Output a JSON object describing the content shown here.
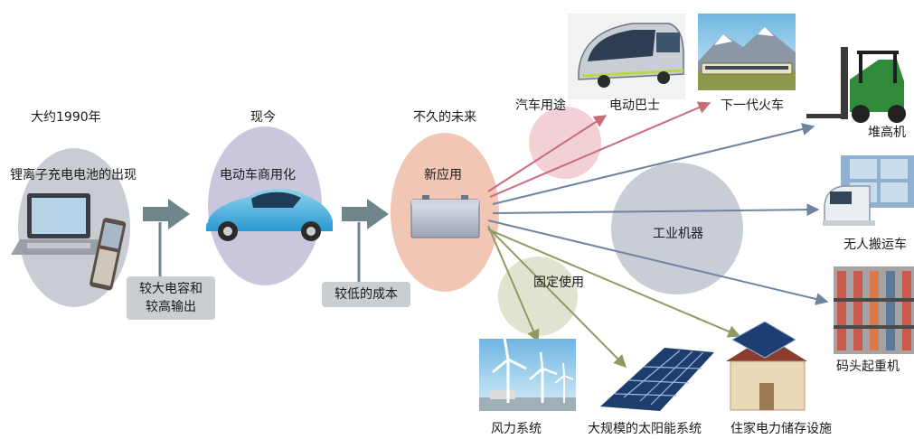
{
  "eras": {
    "past": "大约1990年",
    "present": "现今",
    "future": "不久的未来"
  },
  "stages": {
    "battery_appearance": "锂离子充电电池的出现",
    "ev_commercial": "电动车商用化",
    "new_application": "新应用"
  },
  "callouts": {
    "capacity_line1": "较大电容和",
    "capacity_line2": "较高输出",
    "low_cost": "较低的成本"
  },
  "categories": {
    "automotive": "汽车用途",
    "industrial": "工业机器",
    "stationary": "固定使用"
  },
  "applications": {
    "electric_bus": "电动巴士",
    "next_train": "下一代火车",
    "forklift": "堆高机",
    "agv": "无人搬运车",
    "harbor_crane": "码头起重机",
    "wind_power": "风力系统",
    "solar": "大规模的太阳能系统",
    "home_storage": "住家电力储存设施"
  },
  "colors": {
    "past_bubble": "#c9ccd3",
    "present_bubble": "#c9c7dc",
    "future_bubble": "#f2c6b4",
    "automotive_bubble": "#f1d1d5",
    "industrial_bubble": "#c9cdd5",
    "stationary_bubble": "#dfe3cf",
    "arrow_gray": "#6f8589",
    "arrow_red": "#c96b7c",
    "arrow_blue": "#6f84a0",
    "arrow_green": "#8f9a62"
  }
}
